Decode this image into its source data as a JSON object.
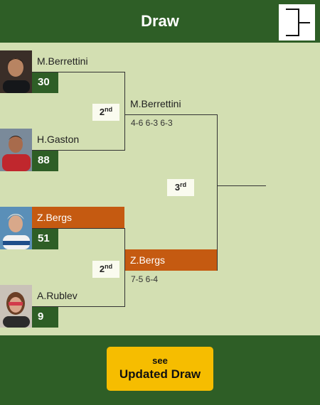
{
  "header": {
    "title": "Draw"
  },
  "players": [
    {
      "name": "M.Berrettini",
      "seed": "30"
    },
    {
      "name": "H.Gaston",
      "seed": "88"
    },
    {
      "name": "Z.Bergs",
      "seed": "51"
    },
    {
      "name": "A.Rublev",
      "seed": "9"
    }
  ],
  "rounds": {
    "r2": {
      "label": "2",
      "suffix": "nd"
    },
    "r3": {
      "label": "3",
      "suffix": "rd"
    }
  },
  "results": [
    {
      "winner": "M.Berrettini",
      "score": "4-6 6-3 6-3"
    },
    {
      "winner": "Z.Bergs",
      "score": "7-5 6-4"
    }
  ],
  "footer": {
    "cta_top": "see",
    "cta_bottom": "Updated Draw"
  },
  "colors": {
    "header": "#2e5e26",
    "background": "#d3dfb2",
    "winner": "#c55a11",
    "cta": "#f6bd00"
  }
}
